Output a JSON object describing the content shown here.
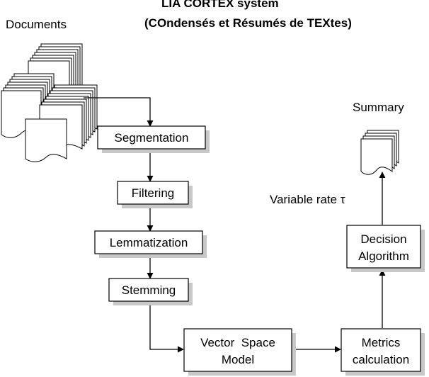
{
  "title": {
    "line1": "LIA CORTEX system",
    "line2": "(COndensés et Résumés de TEXtes)"
  },
  "labels": {
    "documents": "Documents",
    "summary": "Summary",
    "variable_rate": "Variable rate τ"
  },
  "steps": {
    "segmentation": "Segmentation",
    "filtering": "Filtering",
    "lemmatization": "Lemmatization",
    "stemming": "Stemming",
    "vector_space_model": [
      "Vector  Space",
      "Model"
    ],
    "metrics_calculation": [
      "Metrics",
      "calculation"
    ],
    "decision_algorithm": [
      "Decision",
      "Algorithm"
    ]
  },
  "colors": {
    "line": "#000000",
    "shadow": "#c8c8c8",
    "box_fill": "#ffffff"
  }
}
